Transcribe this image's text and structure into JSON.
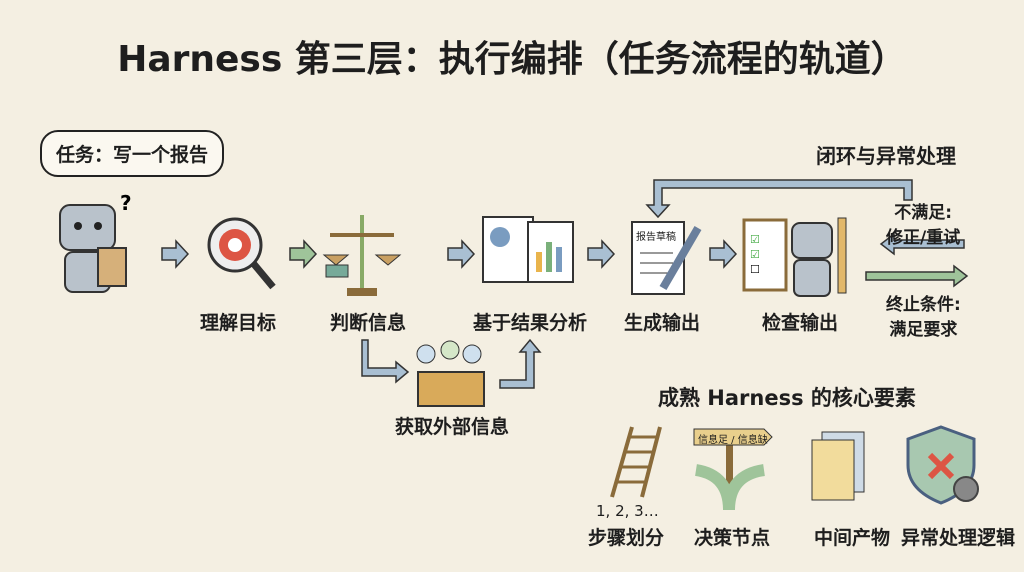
{
  "title": "Harness 第三层：执行编排（任务流程的轨道）",
  "task_bubble": "任务：写一个报告",
  "steps": [
    "理解目标",
    "判断信息",
    "基于结果分析",
    "生成输出",
    "检查输出"
  ],
  "side_step": "获取外部信息",
  "draft_label": "报告草稿",
  "loop": {
    "title": "闭环与异常处理",
    "fail_line1": "不满足:",
    "fail_line2": "修正/重试",
    "stop_line1": "终止条件:",
    "stop_line2": "满足要求"
  },
  "elements": {
    "title": "成熟 Harness 的核心要素",
    "items": [
      "步骤划分",
      "决策节点",
      "中间产物",
      "异常处理逻辑"
    ],
    "step_numbers": "1, 2, 3…",
    "sign_text": "信息足 / 信息缺"
  },
  "colors": {
    "background": "#f4efe2",
    "arrow_blue": "#a9bfd2",
    "arrow_green": "#9fc49a"
  }
}
